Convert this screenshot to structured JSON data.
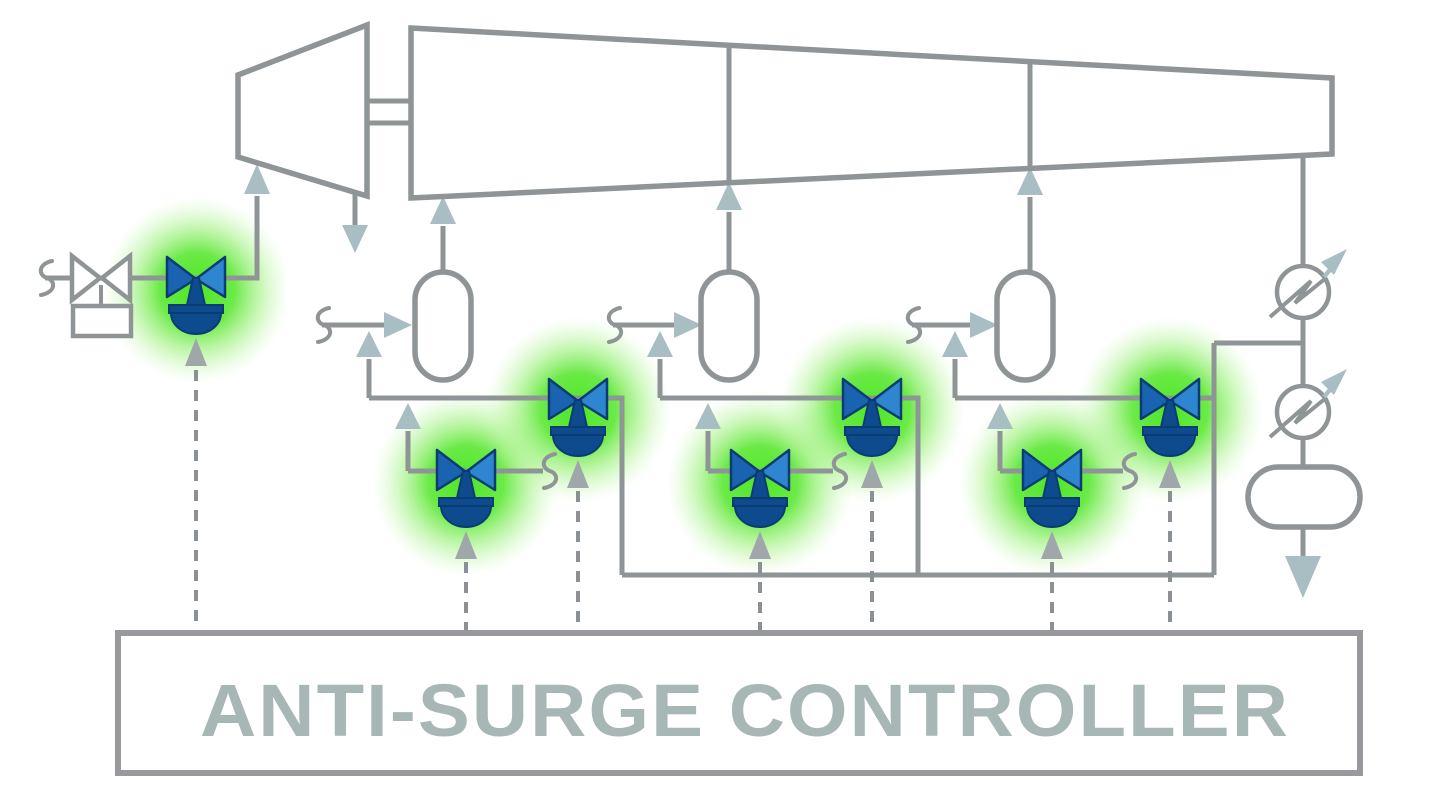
{
  "controller": {
    "label": "ANTI-SURGE CONTROLLER"
  },
  "colors": {
    "line": "#8f9497",
    "arrow": "#a9bec3",
    "control-line": "#8b9094",
    "control-arrow": "#a0a7ab",
    "glow": "#46e61d",
    "valve-light": "#2e86d0",
    "valve-mid": "#1a63b0",
    "valve-dark": "#0d4a8e",
    "valve-outline": "#0a3c74",
    "label": "#a6b7b6",
    "box-stroke": "#97999c"
  },
  "equipment": {
    "driver": "turbine",
    "compressor_stages": 3,
    "suction_drums": 3,
    "coolers": 2,
    "discharge_drums": 1
  },
  "valves": [
    {
      "id": "turbine-inlet-manual-valve",
      "type": "manual-valve-with-actuator",
      "state": "normal"
    },
    {
      "id": "turbine-inlet-control-valve",
      "type": "anti-surge-valve",
      "state": "active-green"
    },
    {
      "id": "stage1-recycle-valve-a",
      "type": "anti-surge-valve",
      "state": "active-green"
    },
    {
      "id": "stage1-recycle-valve-b",
      "type": "anti-surge-valve",
      "state": "active-green"
    },
    {
      "id": "stage2-recycle-valve-a",
      "type": "anti-surge-valve",
      "state": "active-green"
    },
    {
      "id": "stage2-recycle-valve-b",
      "type": "anti-surge-valve",
      "state": "active-green"
    },
    {
      "id": "stage3-recycle-valve-a",
      "type": "anti-surge-valve",
      "state": "active-green"
    },
    {
      "id": "stage3-recycle-valve-b",
      "type": "anti-surge-valve",
      "state": "active-green"
    }
  ],
  "icons": {
    "anti-surge-valve": "blue bowtie with stem and dome actuator",
    "cooler": "circle with zigzag and diagonal arrow",
    "pipe-break": "s-squiggle",
    "control-signal": "dashed line with arrowhead"
  }
}
